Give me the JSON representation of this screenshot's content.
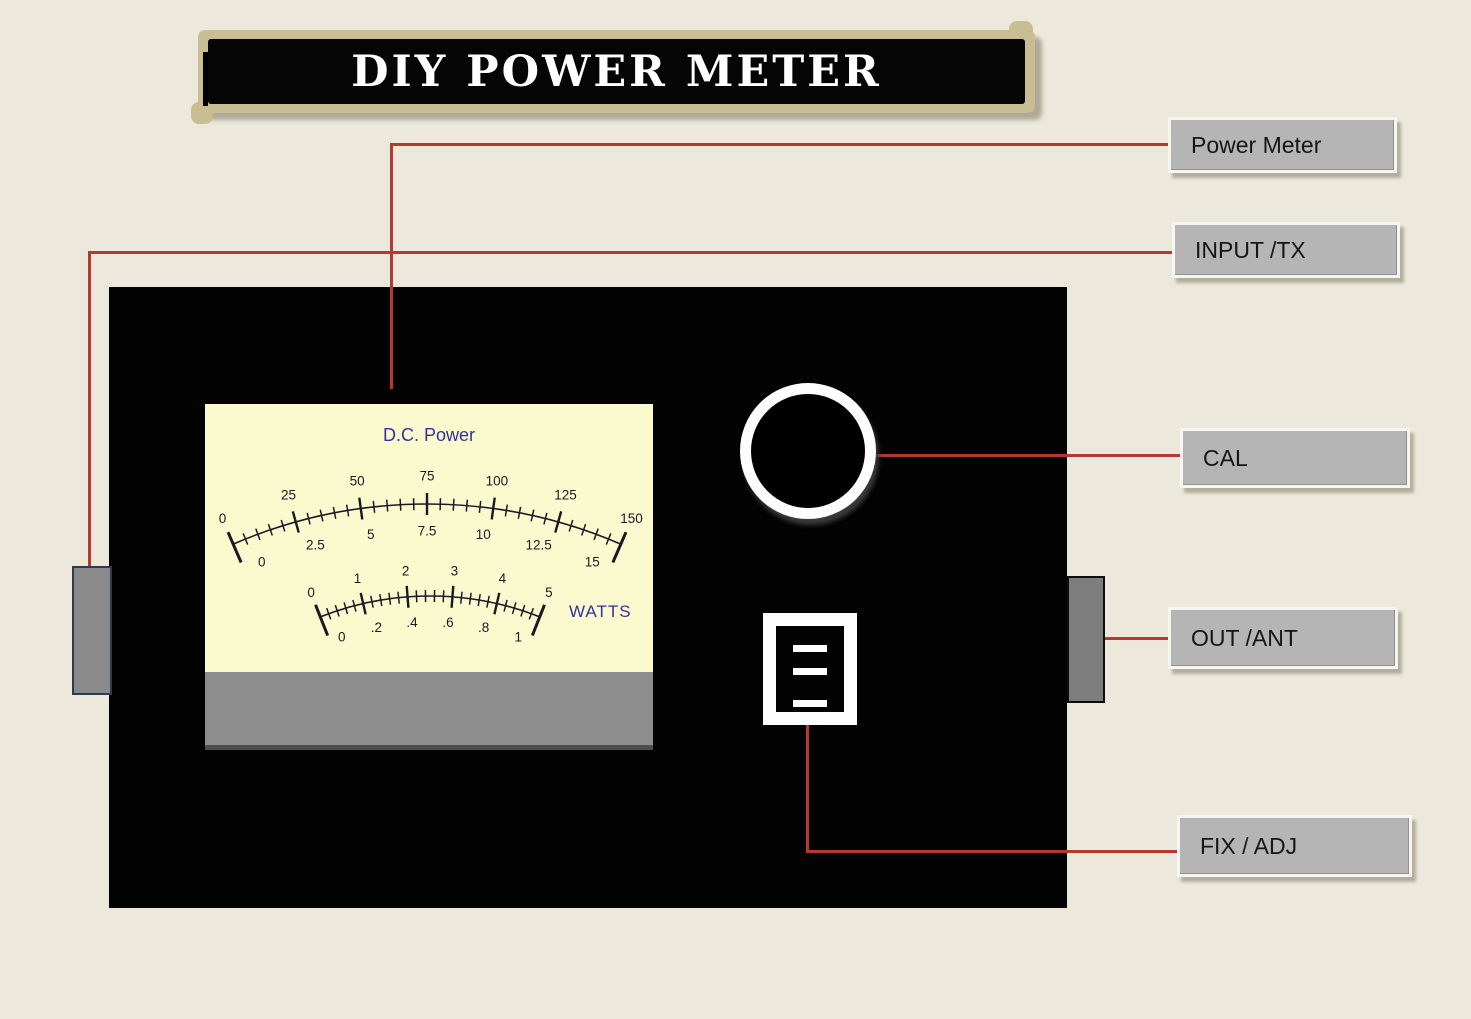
{
  "banner": {
    "title": "DIY POWER METER"
  },
  "callouts": [
    {
      "id": "power-meter",
      "label": "Power Meter"
    },
    {
      "id": "input-tx",
      "label": "INPUT /TX"
    },
    {
      "id": "cal",
      "label": "CAL"
    },
    {
      "id": "out-ant",
      "label": "OUT /ANT"
    },
    {
      "id": "fix-adj",
      "label": "FIX / ADJ"
    }
  ],
  "meter": {
    "title": "D.C. Power",
    "unit": "WATTS",
    "scales": [
      {
        "name": "high-range-scale",
        "outer_labels": [
          "0",
          "25",
          "50",
          "75",
          "100",
          "125",
          "150"
        ],
        "inner_labels": [
          "0",
          "2.5",
          "5",
          "7.5",
          "10",
          "12.5",
          "15"
        ]
      },
      {
        "name": "low-range-scale",
        "outer_labels": [
          "0",
          "1",
          "2",
          "3",
          "4",
          "5"
        ],
        "inner_labels": [
          "0",
          ".2",
          ".4",
          ".6",
          ".8",
          "1"
        ]
      }
    ]
  },
  "colors": {
    "background": "#ece8dc",
    "panel": "#030303",
    "wire": "#b43931",
    "meter_face": "#fbf9ce",
    "meter_text": "#32329b",
    "callout_bg": "#b5b5b5",
    "banner_frame": "#c9bd94"
  }
}
